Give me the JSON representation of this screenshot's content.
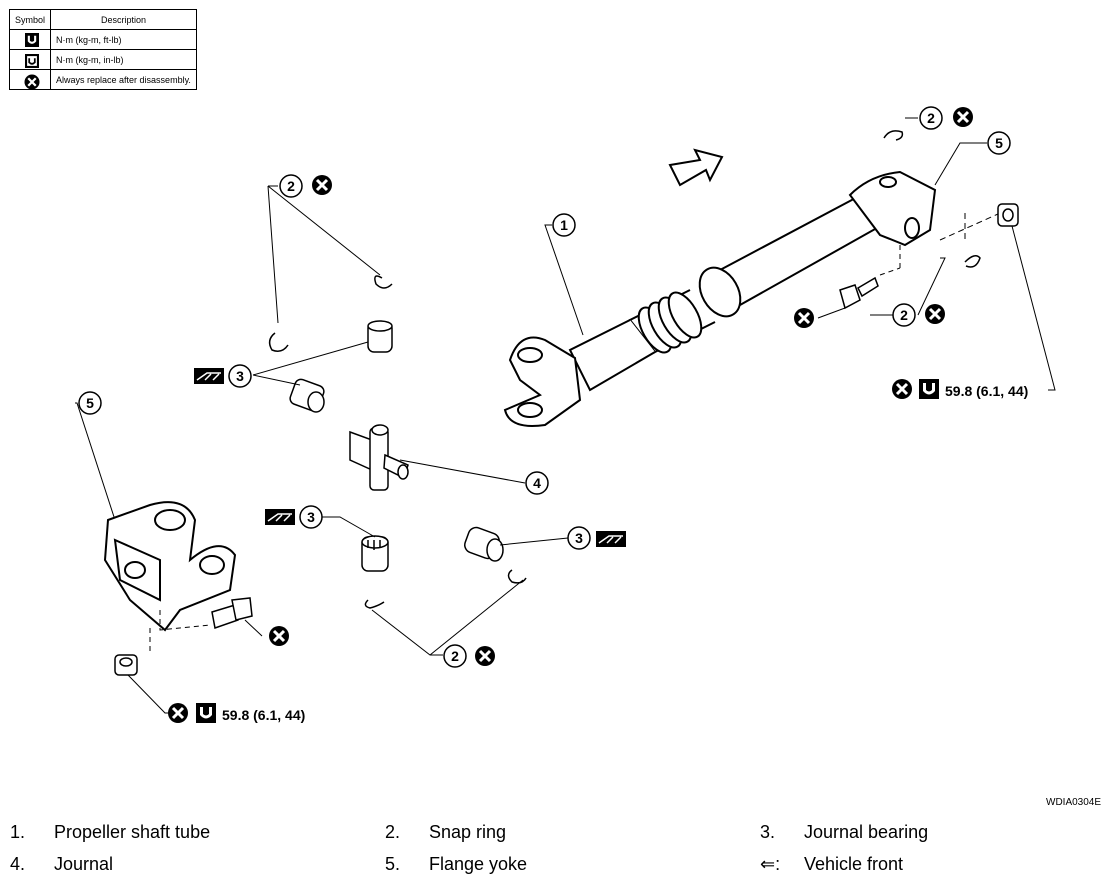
{
  "legend": {
    "headers": [
      "Symbol",
      "Description"
    ],
    "rows": [
      {
        "icon": "torque-wrench-icon",
        "text": "N·m (kg-m, ft-lb)"
      },
      {
        "icon": "torque-wrench-small-icon",
        "text": "N·m (kg-m, in-lb)"
      },
      {
        "icon": "replace-x-icon",
        "text": "Always replace after disassembly."
      }
    ]
  },
  "diagram": {
    "callouts": [
      "1",
      "2",
      "3",
      "4",
      "5"
    ],
    "torque_value": "59.8 (6.1, 44)"
  },
  "figure_code": "WDIA0304E",
  "parts_list": [
    {
      "num": "1.",
      "label": "Propeller shaft tube"
    },
    {
      "num": "2.",
      "label": "Snap ring"
    },
    {
      "num": "3.",
      "label": "Journal bearing"
    },
    {
      "num": "4.",
      "label": "Journal"
    },
    {
      "num": "5.",
      "label": "Flange yoke"
    },
    {
      "num": "⇐:",
      "label": "Vehicle front"
    }
  ]
}
